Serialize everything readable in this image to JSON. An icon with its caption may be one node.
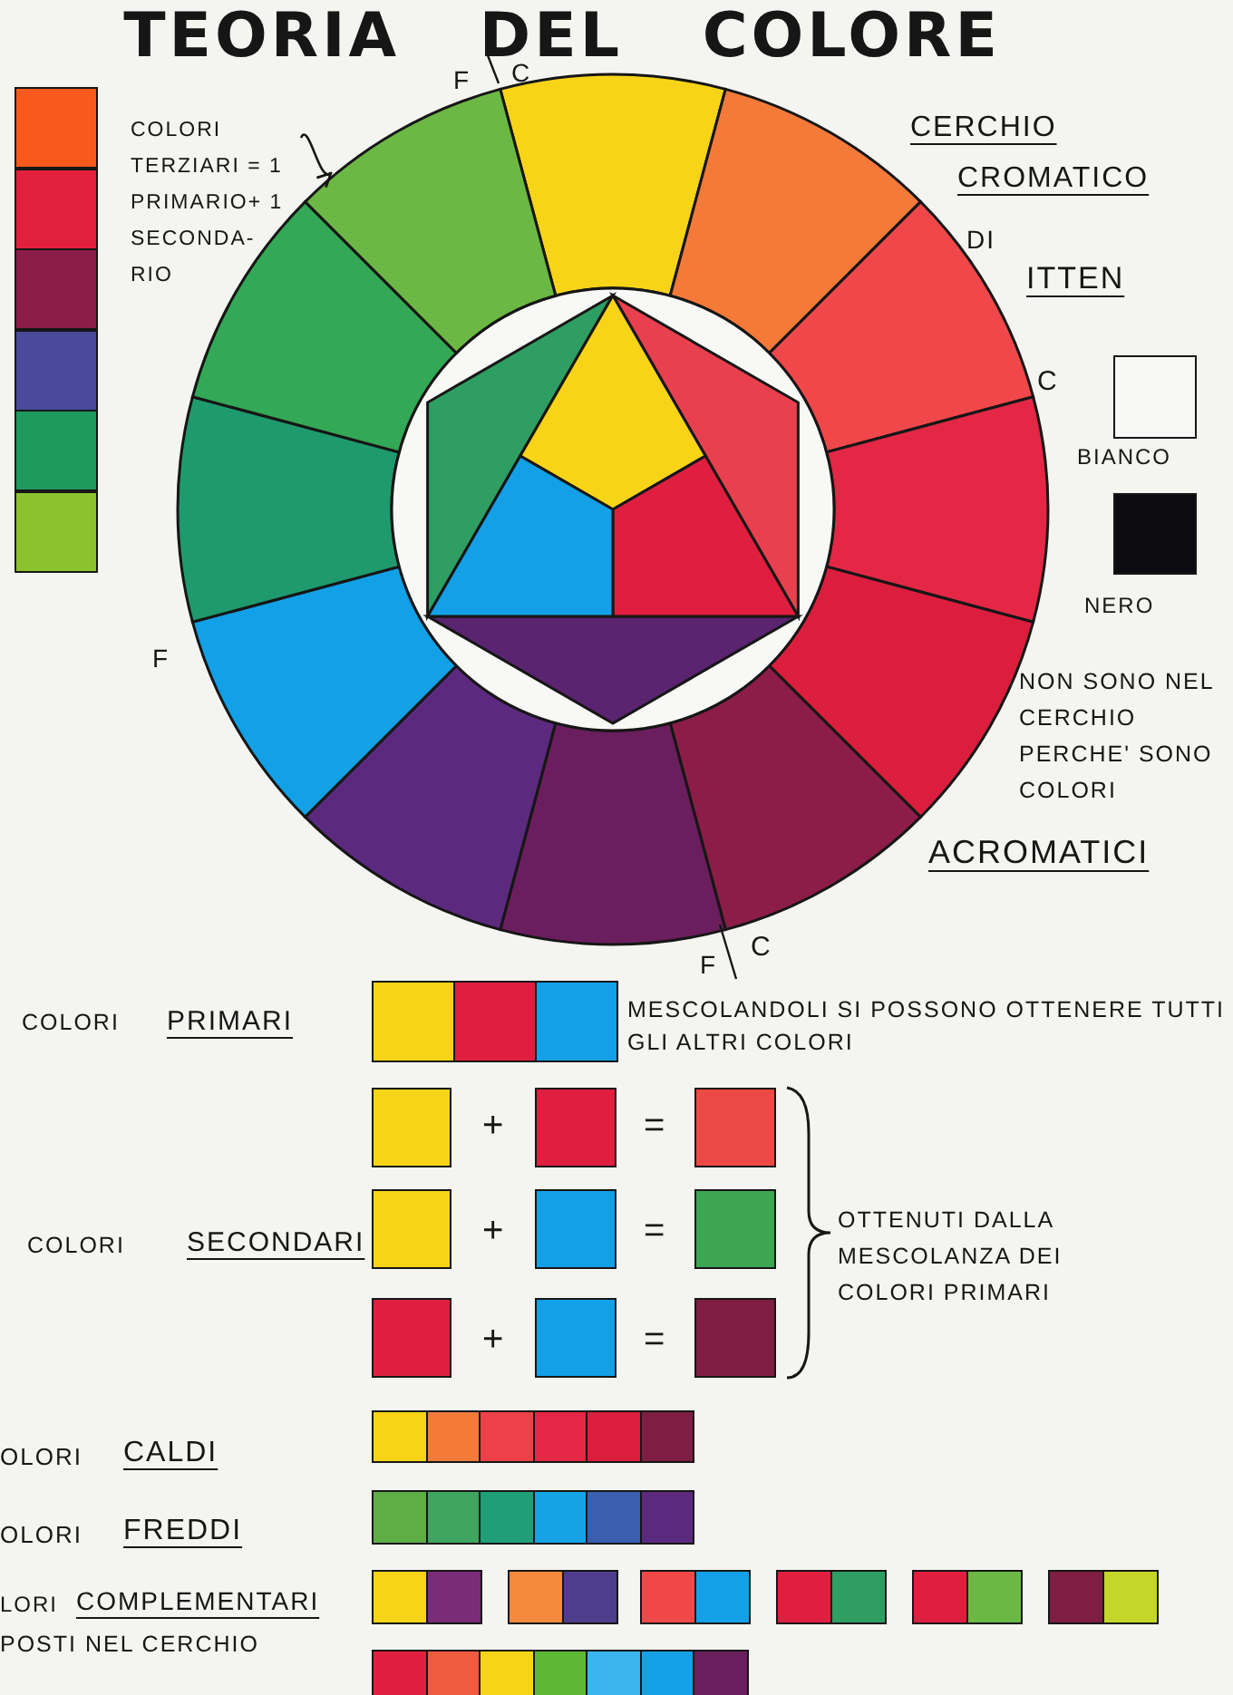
{
  "diagram": {
    "title": "TEORIA DEL COLORE",
    "nodes": [
      {
        "text": [
          "COLORI TERZIARI = 1 PRIMARIO+ 1 SECONDA- RIO"
        ]
      },
      {
        "text": [],
        "shape": "picture"
      }
    ],
    "edges": [
      {
        "from": 0,
        "to": 1,
        "arrow": "to"
      }
    ],
    "labels": [
      "F",
      "C",
      "CERCHIO",
      "CROMATICO",
      "DI",
      "ITTEN",
      "C",
      "BIANCO",
      "NERO",
      "F",
      "NON SONO NEL CERCHIO PERCHE' SONO COLORI",
      "ACROMATICI",
      "F",
      "C",
      "COLORI",
      "PRIMARI",
      "MESCOLANDOLI SI POSSONO OTTENERE TUTTI GLI ALTRI COLORI",
      "+",
      "=",
      "COLORI",
      "SECONDARI",
      "+",
      "=",
      "OTTENUTI DALLA MESCOLANZA DEI COLORI PRIMARI",
      "+",
      "=",
      "OLORI",
      "CALDI",
      "OLORI",
      "FREDDI",
      "LORI",
      "COMPLEMENTARI",
      "POSTI NEL CERCHIO"
    ]
  }
}
